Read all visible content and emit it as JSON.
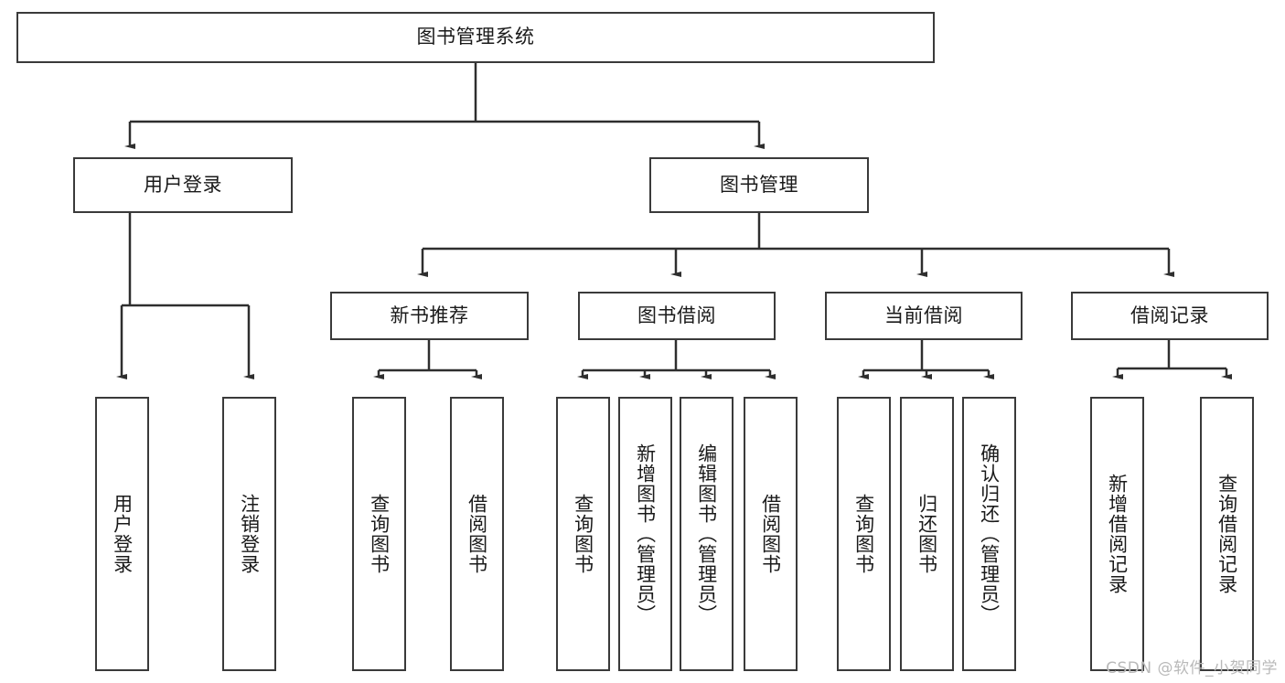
{
  "diagram": {
    "title": "图书管理系统",
    "type": "hierarchy-tree",
    "watermark": "CSDN @软件_小贺同学",
    "colors": {
      "box_border": "#3a3a3a",
      "box_fill": "#ffffff",
      "edge": "#2e2e2e",
      "text": "#1a1a1a",
      "watermark": "#b9b9b9",
      "background": "#ffffff"
    },
    "nodes": {
      "root": {
        "label": "图书管理系统",
        "level": 1,
        "orientation": "horizontal"
      },
      "user_login": {
        "label": "用户登录",
        "level": 2,
        "orientation": "horizontal"
      },
      "book_manage": {
        "label": "图书管理",
        "level": 2,
        "orientation": "horizontal"
      },
      "new_book_rec": {
        "label": "新书推荐",
        "level": 3,
        "orientation": "horizontal"
      },
      "book_borrow": {
        "label": "图书借阅",
        "level": 3,
        "orientation": "horizontal"
      },
      "current_borrow": {
        "label": "当前借阅",
        "level": 3,
        "orientation": "horizontal"
      },
      "borrow_record": {
        "label": "借阅记录",
        "level": 3,
        "orientation": "horizontal"
      },
      "leaf_user_login": {
        "label": "用户登录",
        "level": 4,
        "orientation": "vertical"
      },
      "leaf_logout": {
        "label": "注销登录",
        "level": 4,
        "orientation": "vertical"
      },
      "leaf_query_book_1": {
        "label": "查询图书",
        "level": 4,
        "orientation": "vertical"
      },
      "leaf_borrow_book_1": {
        "label": "借阅图书",
        "level": 4,
        "orientation": "vertical"
      },
      "leaf_query_book_2": {
        "label": "查询图书",
        "level": 4,
        "orientation": "vertical"
      },
      "leaf_add_book": {
        "label": "新增图书（管理员）",
        "level": 4,
        "orientation": "vertical"
      },
      "leaf_edit_book": {
        "label": "编辑图书（管理员）",
        "level": 4,
        "orientation": "vertical"
      },
      "leaf_borrow_book_2": {
        "label": "借阅图书",
        "level": 4,
        "orientation": "vertical"
      },
      "leaf_query_book_3": {
        "label": "查询图书",
        "level": 4,
        "orientation": "vertical"
      },
      "leaf_return_book": {
        "label": "归还图书",
        "level": 4,
        "orientation": "vertical"
      },
      "leaf_confirm_return": {
        "label": "确认归还（管理员）",
        "level": 4,
        "orientation": "vertical"
      },
      "leaf_add_record": {
        "label": "新增借阅记录",
        "level": 4,
        "orientation": "vertical"
      },
      "leaf_query_record": {
        "label": "查询借阅记录",
        "level": 4,
        "orientation": "vertical"
      }
    },
    "edges": [
      {
        "from": "root",
        "to": "user_login"
      },
      {
        "from": "root",
        "to": "book_manage"
      },
      {
        "from": "user_login",
        "to": "leaf_user_login"
      },
      {
        "from": "user_login",
        "to": "leaf_logout"
      },
      {
        "from": "book_manage",
        "to": "new_book_rec"
      },
      {
        "from": "book_manage",
        "to": "book_borrow"
      },
      {
        "from": "book_manage",
        "to": "current_borrow"
      },
      {
        "from": "book_manage",
        "to": "borrow_record"
      },
      {
        "from": "new_book_rec",
        "to": "leaf_query_book_1"
      },
      {
        "from": "new_book_rec",
        "to": "leaf_borrow_book_1"
      },
      {
        "from": "book_borrow",
        "to": "leaf_query_book_2"
      },
      {
        "from": "book_borrow",
        "to": "leaf_add_book"
      },
      {
        "from": "book_borrow",
        "to": "leaf_edit_book"
      },
      {
        "from": "book_borrow",
        "to": "leaf_borrow_book_2"
      },
      {
        "from": "current_borrow",
        "to": "leaf_query_book_3"
      },
      {
        "from": "current_borrow",
        "to": "leaf_return_book"
      },
      {
        "from": "current_borrow",
        "to": "leaf_confirm_return"
      },
      {
        "from": "borrow_record",
        "to": "leaf_add_record"
      },
      {
        "from": "borrow_record",
        "to": "leaf_query_record"
      }
    ]
  }
}
